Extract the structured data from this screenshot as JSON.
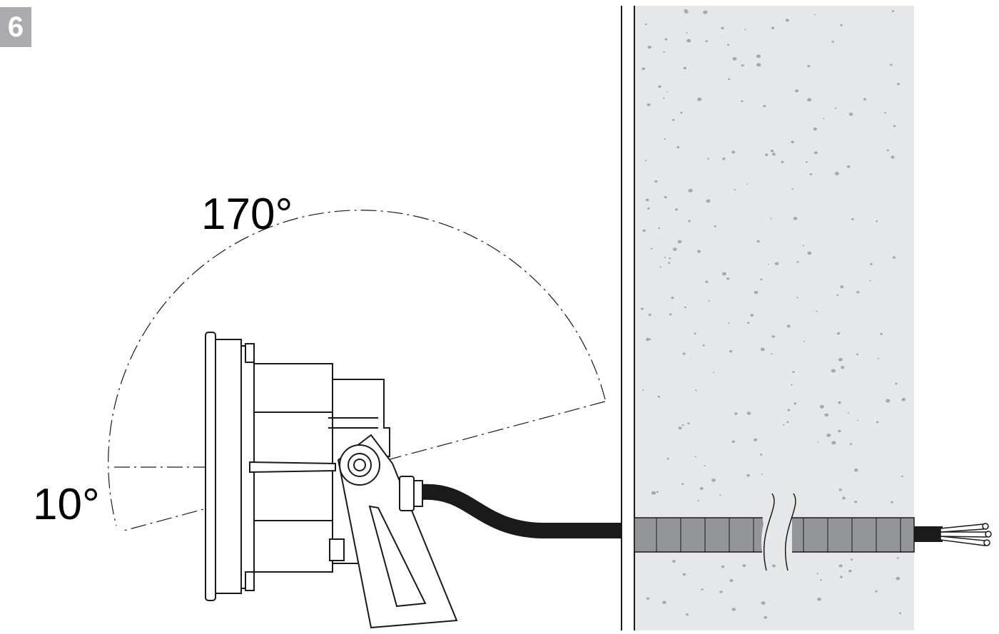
{
  "step": {
    "number": "6"
  },
  "angles": {
    "max_label": "170°",
    "min_label": "10°"
  },
  "colors": {
    "wall": "#e6e7e8",
    "wall_specks": "#a7a9ac",
    "conduit": "#939598",
    "line": "#1a1a1a",
    "badge": "#a9abae"
  },
  "icons": {
    "fixture": "floodlight-fixture-icon",
    "cable": "power-cable-icon",
    "wall": "concrete-wall-icon",
    "conduit": "conduit-sleeve-icon",
    "wires": "cable-wire-ends-icon"
  }
}
